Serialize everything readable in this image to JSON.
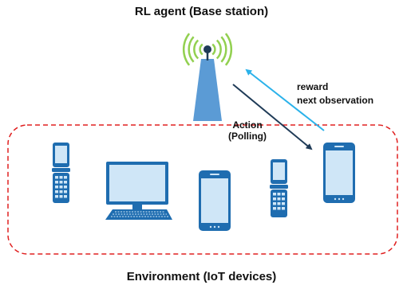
{
  "diagram": {
    "title": "RL agent (Base station)",
    "footer": "Environment (IoT devices)",
    "action_line1": "Action",
    "action_line2": "(Polling)",
    "reward_line1": "reward",
    "reward_line2": "next observation"
  },
  "colors": {
    "tower": "#5b9bd5",
    "signal": "#92d050",
    "tower_tip": "#1f3b57",
    "action_arrow": "#1f3b57",
    "reward_arrow": "#2bb2ea",
    "environment_border": "#e02020",
    "device_blue": "#1f6db0",
    "screen": "#cfe6f7"
  },
  "icons": [
    "antenna-tower-icon",
    "signal-waves-icon",
    "flip-phone-icon",
    "desktop-monitor-icon",
    "keyboard-icon",
    "smartphone-icon"
  ]
}
